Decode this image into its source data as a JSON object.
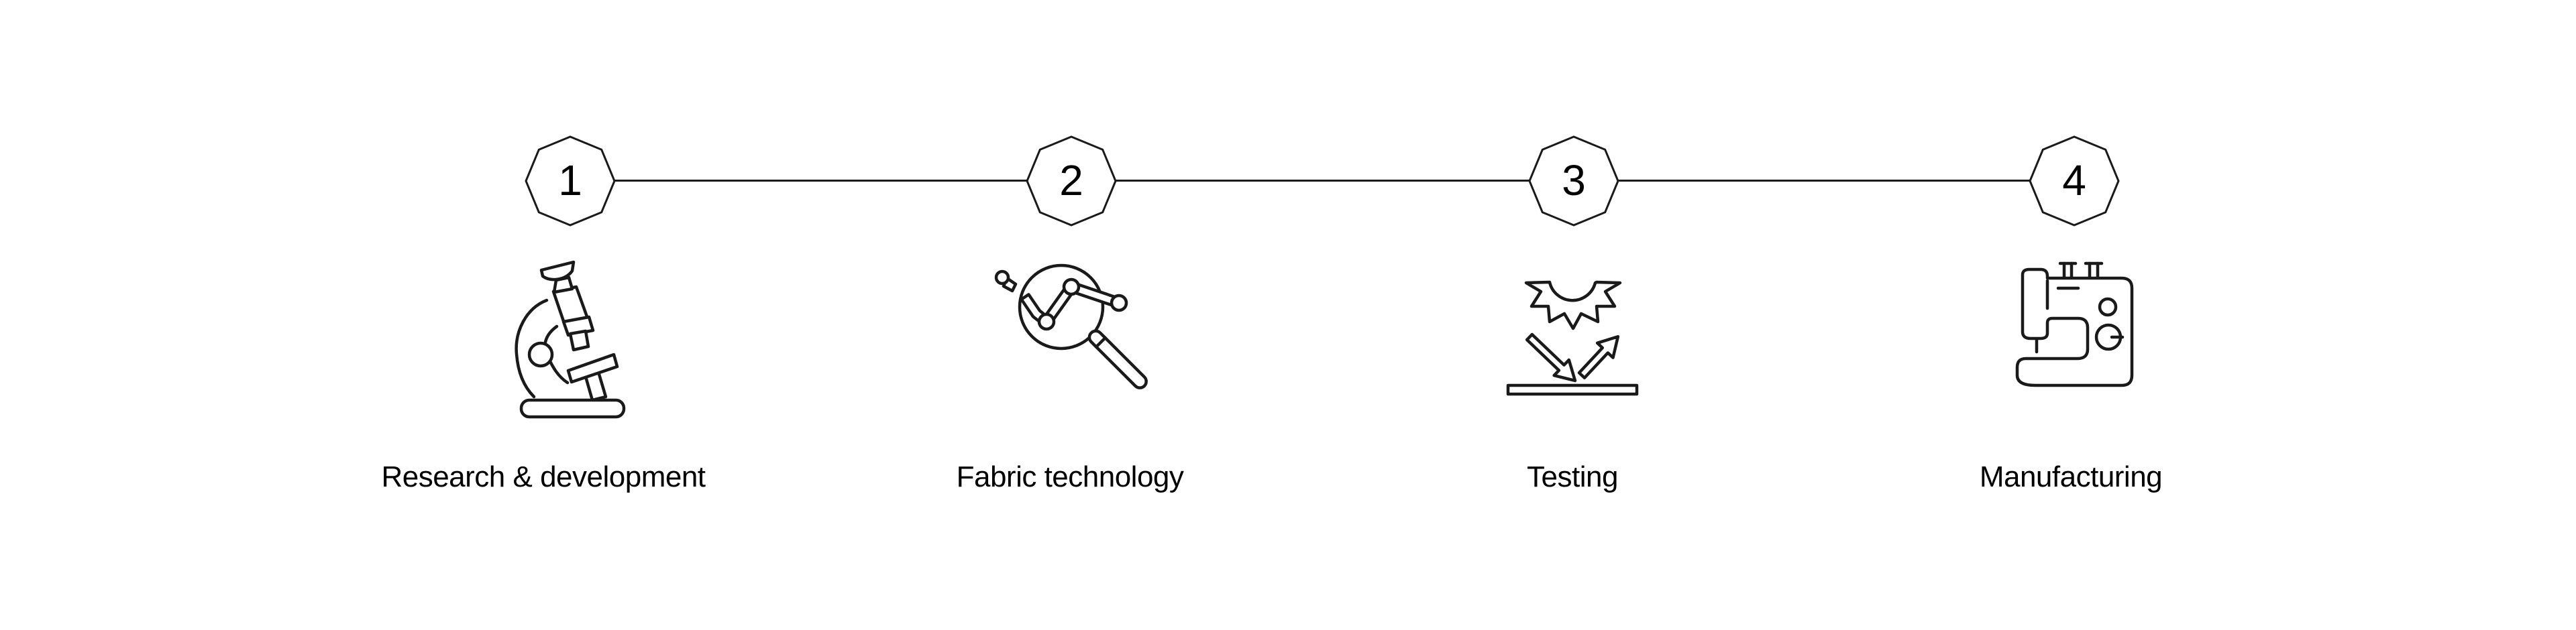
{
  "canvas": {
    "background": "#ffffff",
    "line_color": "#1a1a1a",
    "text_color": "#000000"
  },
  "process_stepper": {
    "steps": [
      {
        "number": "1",
        "label": "Research & development",
        "icon": "microscope-icon"
      },
      {
        "number": "2",
        "label": "Fabric technology",
        "icon": "magnifier-molecule-icon"
      },
      {
        "number": "3",
        "label": "Testing",
        "icon": "impact-test-icon"
      },
      {
        "number": "4",
        "label": "Manufacturing",
        "icon": "sewing-machine-icon"
      }
    ]
  }
}
